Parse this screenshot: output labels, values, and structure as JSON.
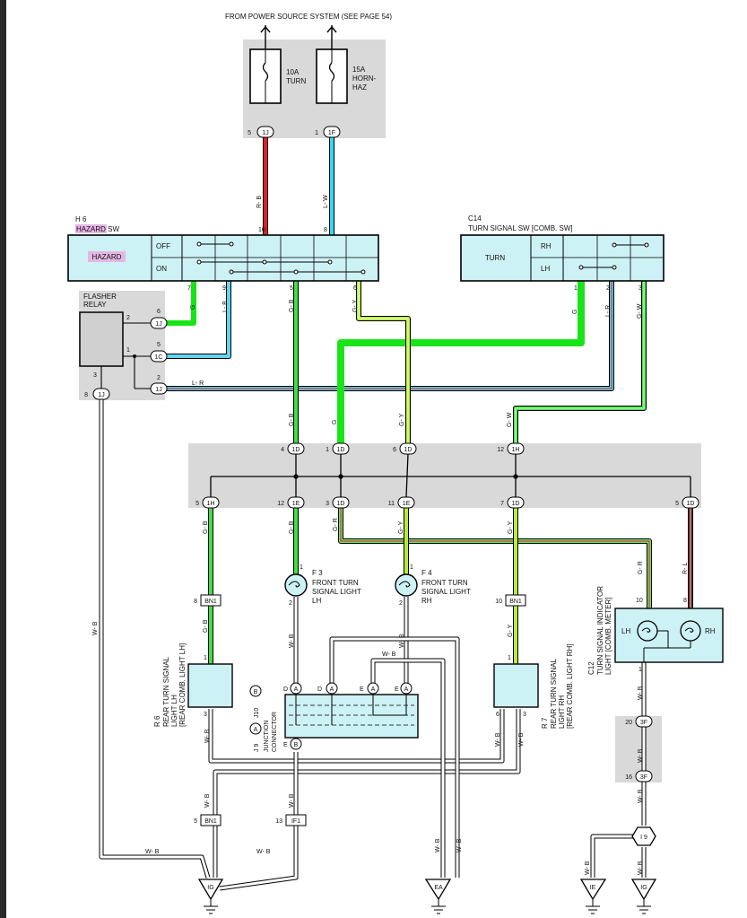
{
  "header": {
    "power_source": "FROM POWER SOURCE SYSTEM (SEE PAGE 54)"
  },
  "fuses": {
    "turn": {
      "amp": "10A",
      "name": "TURN"
    },
    "horn": {
      "amp": "15A",
      "name_line1": "HORN-",
      "name_line2": "HAZ"
    }
  },
  "connectors": {
    "c5_1j": {
      "pin": "5",
      "id": "1J"
    },
    "c1_1f": {
      "pin": "1",
      "id": "1F"
    },
    "fl_6": {
      "pin": "6",
      "id": "1J"
    },
    "fl_5": {
      "pin": "5",
      "id": "1C"
    },
    "fl_2": {
      "pin": "2",
      "id": "1J"
    },
    "fl_8": {
      "pin": "8",
      "id": "1J"
    },
    "top_4": {
      "pin": "4",
      "id": "1D"
    },
    "top_1": {
      "pin": "1",
      "id": "1D"
    },
    "top_6": {
      "pin": "6",
      "id": "1D"
    },
    "top_12": {
      "pin": "12",
      "id": "1H"
    },
    "bot_5": {
      "pin": "5",
      "id": "1H"
    },
    "bot_12": {
      "pin": "12",
      "id": "1E"
    },
    "bot_3": {
      "pin": "3",
      "id": "1D"
    },
    "bot_11": {
      "pin": "11",
      "id": "1E"
    },
    "bot_7": {
      "pin": "7",
      "id": "1D"
    },
    "bot_5d": {
      "pin": "5",
      "id": "1D"
    },
    "bn1_l": {
      "pin": "8",
      "id": "BN1"
    },
    "bn1_r": {
      "pin": "10",
      "id": "BN1"
    },
    "bn1_b": {
      "pin": "5",
      "id": "BN1"
    },
    "if1": {
      "pin": "13",
      "id": "IF1"
    },
    "f3_20": {
      "pin": "20",
      "id": "3F"
    },
    "f3_16": {
      "pin": "16",
      "id": "3F"
    }
  },
  "hazard_sw": {
    "ref": "H 6",
    "title_hl": "HAZARD",
    "title_rest": " SW",
    "label": "HAZARD",
    "off": "OFF",
    "on": "ON",
    "pins": {
      "p10": "10",
      "p8": "8",
      "p7": "7",
      "p9": "9",
      "p5": "5",
      "p6": "6"
    }
  },
  "turn_sw": {
    "ref": "C14",
    "title": "TURN SIGNAL SW [COMB. SW]",
    "label": "TURN",
    "rh": "RH",
    "lh": "LH",
    "pins": {
      "p1": "1",
      "p2": "2",
      "p3": "3"
    }
  },
  "flasher": {
    "title1": "FLASHER",
    "title2": "RELAY",
    "pins": {
      "p2": "2",
      "p1": "1",
      "p3": "3"
    }
  },
  "wire_labels": {
    "rb": "R- B",
    "lw": "L- W",
    "g": "G",
    "lb": "L- B",
    "gb": "G- B",
    "gy": "G- Y",
    "lr": "L- R",
    "gw": "G- W",
    "wb": "W- B",
    "gr": "G- R",
    "rl": "R- L"
  },
  "front_lh": {
    "ref": "F 3",
    "l1": "FRONT TURN",
    "l2": "SIGNAL LIGHT",
    "l3": "LH",
    "p1": "1",
    "p2": "2"
  },
  "front_rh": {
    "ref": "F 4",
    "l1": "FRONT TURN",
    "l2": "SIGNAL LIGHT",
    "l3": "RH",
    "p1": "1",
    "p2": "2"
  },
  "rear_lh": {
    "ref": "R 6",
    "l1": "REAR TURN SIGNAL",
    "l2": "LIGHT LH",
    "l3": "[REAR COMB. LIGHT LH]",
    "p1": "1",
    "p3": "3"
  },
  "rear_rh": {
    "ref": "R 7",
    "l1": "REAR TURN SIGNAL",
    "l2": "LIGHT RH",
    "l3": "[REAR COMB. LIGHT RH]",
    "p1": "1",
    "p6": "6",
    "p3": "3"
  },
  "indicator": {
    "ref": "C12",
    "l1": "TURN SIGNAL INDICATOR",
    "l2": "LIGHT [COMB. METER]",
    "lh": "LH",
    "rh": "RH",
    "p10": "10",
    "p8": "8",
    "p1": "1"
  },
  "junction": {
    "ref1": "J 9",
    "ref1_id": "A",
    "ref2": "J10",
    "ref2_id": "B",
    "l1": "JUNCTION",
    "l2": "CONNECTOR",
    "pin_d": "D",
    "pin_a": "A",
    "pin_e": "E",
    "pin_b": "B"
  },
  "grounds": {
    "ig_left": "IG",
    "ea": "EA",
    "ie": "IE",
    "ig_right": "IG",
    "i9": "I 9"
  }
}
